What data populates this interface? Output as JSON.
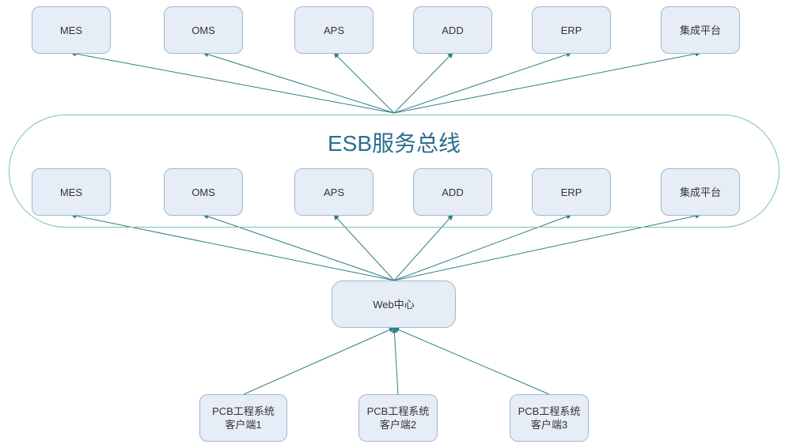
{
  "bus": {
    "title": "ESB服务总线"
  },
  "top_systems": [
    "MES",
    "OMS",
    "APS",
    "ADD",
    "ERP",
    "集成平台"
  ],
  "bus_systems": [
    "MES",
    "OMS",
    "APS",
    "ADD",
    "ERP",
    "集成平台"
  ],
  "web_center": {
    "label": "Web中心"
  },
  "clients": [
    "PCB工程系统\n客户端1",
    "PCB工程系统\n客户端2",
    "PCB工程系统\n客户端3"
  ],
  "colors": {
    "arrow": "#2e7f86",
    "node_fill": "#e6edf7",
    "node_border": "#9fb7cf",
    "bus_border": "#7cc0b4",
    "bus_title": "#2a6f8f"
  }
}
